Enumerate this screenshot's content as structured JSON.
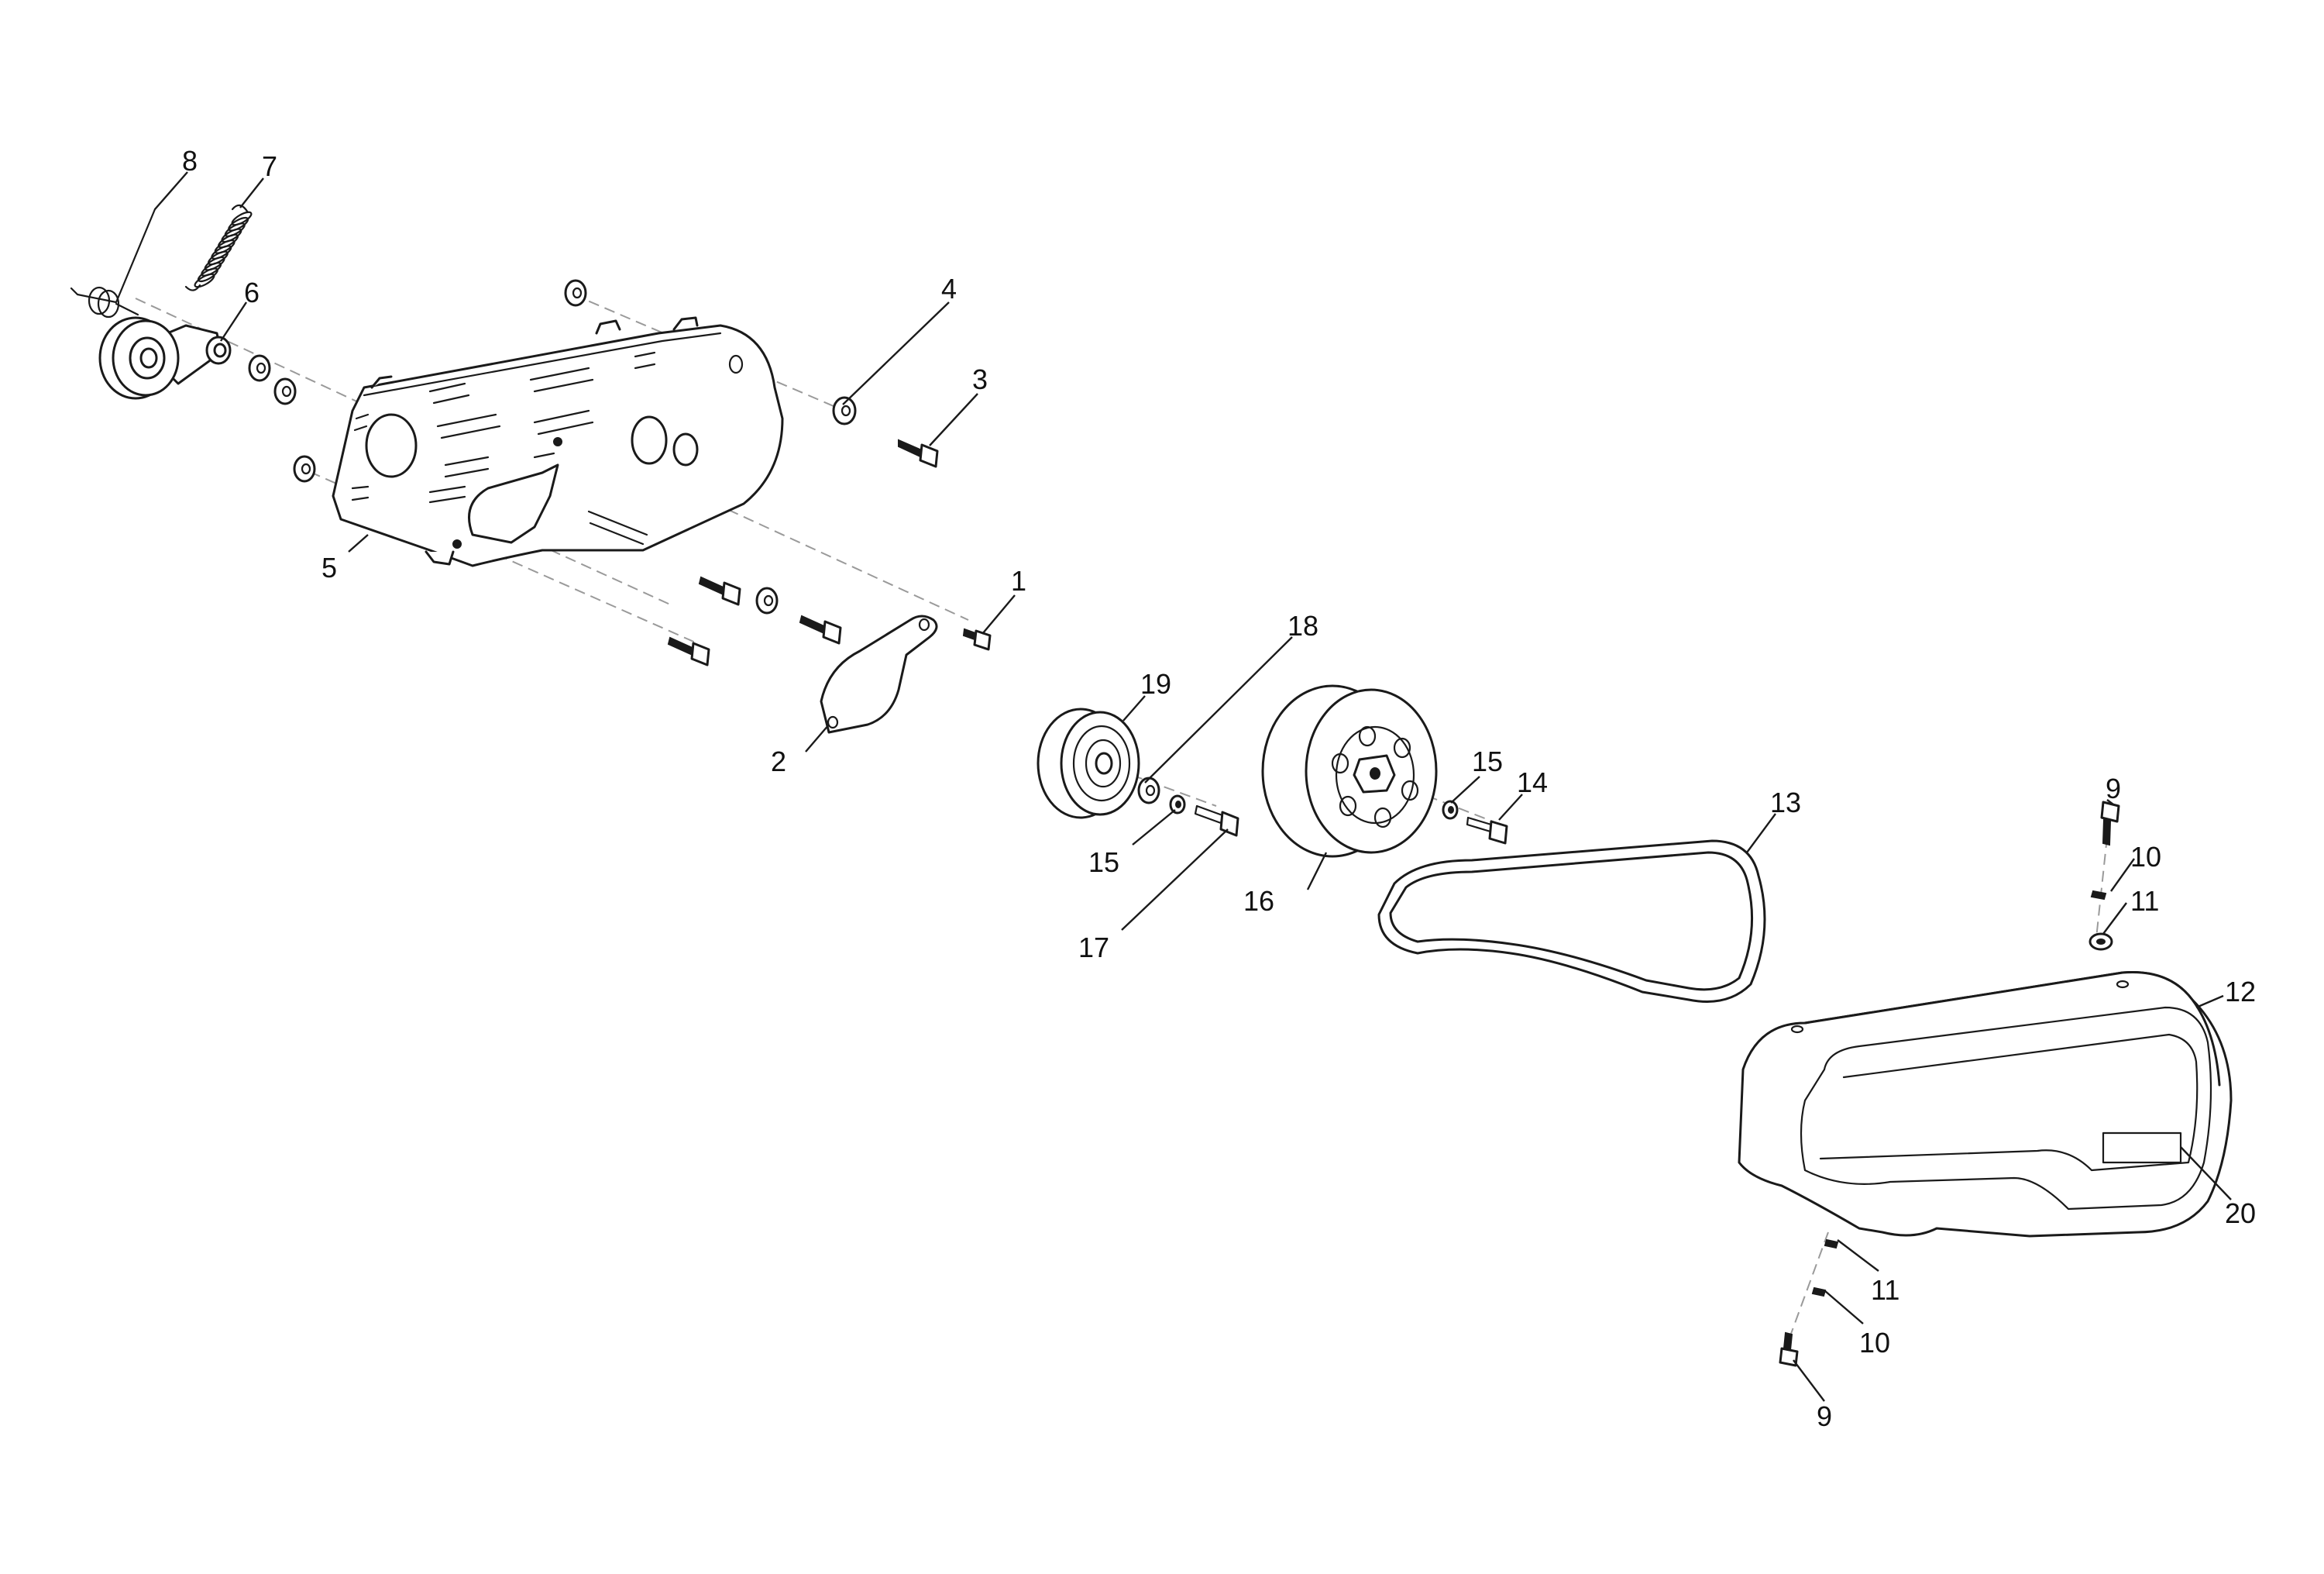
{
  "callouts": [
    {
      "id": "c1",
      "label": "1"
    },
    {
      "id": "c2",
      "label": "2"
    },
    {
      "id": "c3",
      "label": "3"
    },
    {
      "id": "c4",
      "label": "4"
    },
    {
      "id": "c5",
      "label": "5"
    },
    {
      "id": "c6",
      "label": "6"
    },
    {
      "id": "c7",
      "label": "7"
    },
    {
      "id": "c8",
      "label": "8"
    },
    {
      "id": "c9a",
      "label": "9"
    },
    {
      "id": "c9b",
      "label": "9"
    },
    {
      "id": "c10a",
      "label": "10"
    },
    {
      "id": "c10b",
      "label": "10"
    },
    {
      "id": "c11a",
      "label": "11"
    },
    {
      "id": "c11b",
      "label": "11"
    },
    {
      "id": "c12",
      "label": "12"
    },
    {
      "id": "c13",
      "label": "13"
    },
    {
      "id": "c14",
      "label": "14"
    },
    {
      "id": "c15a",
      "label": "15"
    },
    {
      "id": "c15b",
      "label": "15"
    },
    {
      "id": "c16",
      "label": "16"
    },
    {
      "id": "c17",
      "label": "17"
    },
    {
      "id": "c18",
      "label": "18"
    },
    {
      "id": "c19",
      "label": "19"
    },
    {
      "id": "c20",
      "label": "20"
    }
  ]
}
